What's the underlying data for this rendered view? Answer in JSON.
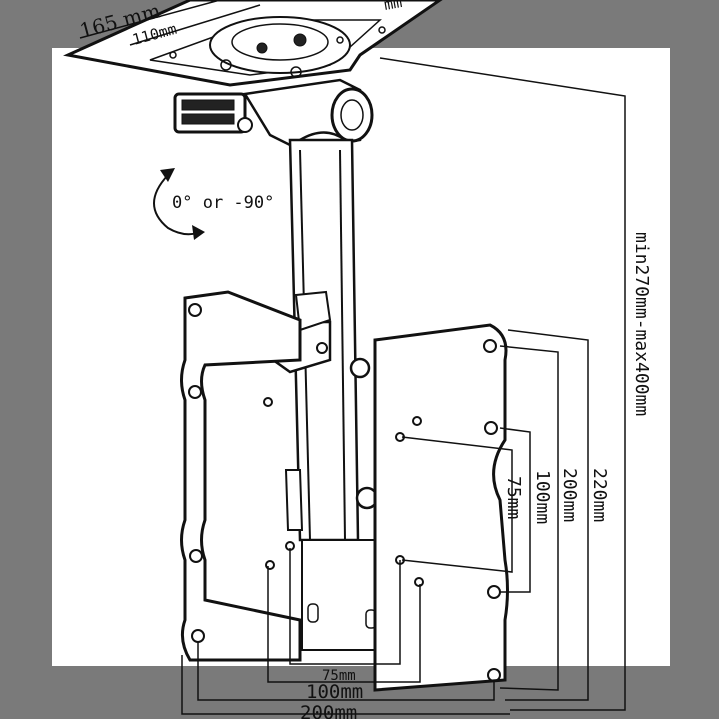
{
  "dimensions": {
    "top_width_outer": "165 mm",
    "top_width_inner": "110mm",
    "top_width_partial": "mm",
    "rotation": "0° or -90°",
    "height_range": "min270mm-max400mm",
    "vert_220": "220mm",
    "vert_200": "200mm",
    "vert_100": "100mm",
    "vert_75": "75mm",
    "horiz_75": "75mm",
    "horiz_100": "100mm",
    "horiz_200": "200mm"
  }
}
